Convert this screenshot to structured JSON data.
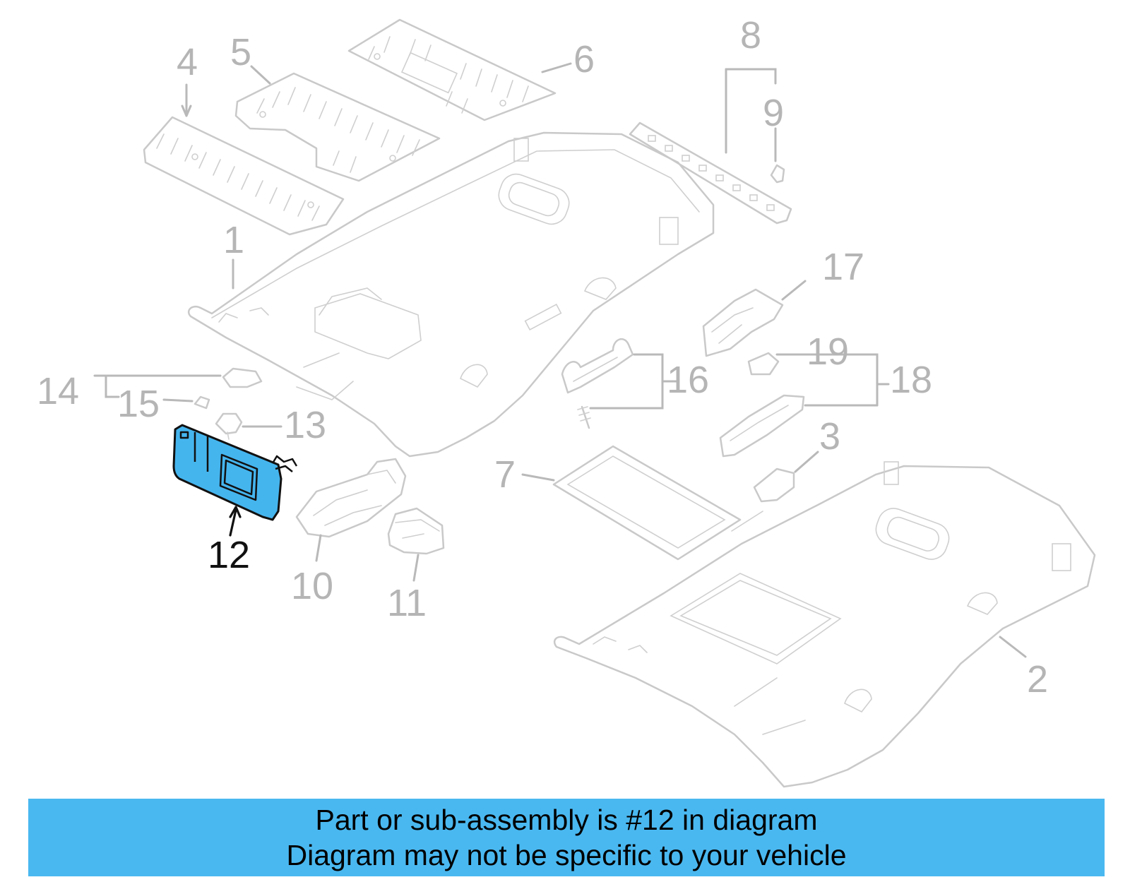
{
  "diagram": {
    "highlighted_part": "12",
    "callouts": {
      "c1": "1",
      "c2": "2",
      "c3": "3",
      "c4": "4",
      "c5": "5",
      "c6": "6",
      "c7": "7",
      "c8": "8",
      "c9": "9",
      "c10": "10",
      "c11": "11",
      "c12": "12",
      "c13": "13",
      "c14": "14",
      "c15": "15",
      "c16": "16",
      "c17": "17",
      "c18": "18",
      "c19": "19"
    },
    "colors": {
      "highlight": "#45b5ee",
      "banner": "#4ab8f0",
      "line_art": "#c9c9c9",
      "active_label": "#111111"
    }
  },
  "banner": {
    "line1": "Part or sub-assembly is #12 in diagram",
    "line2": "Diagram may not be specific to your vehicle"
  }
}
